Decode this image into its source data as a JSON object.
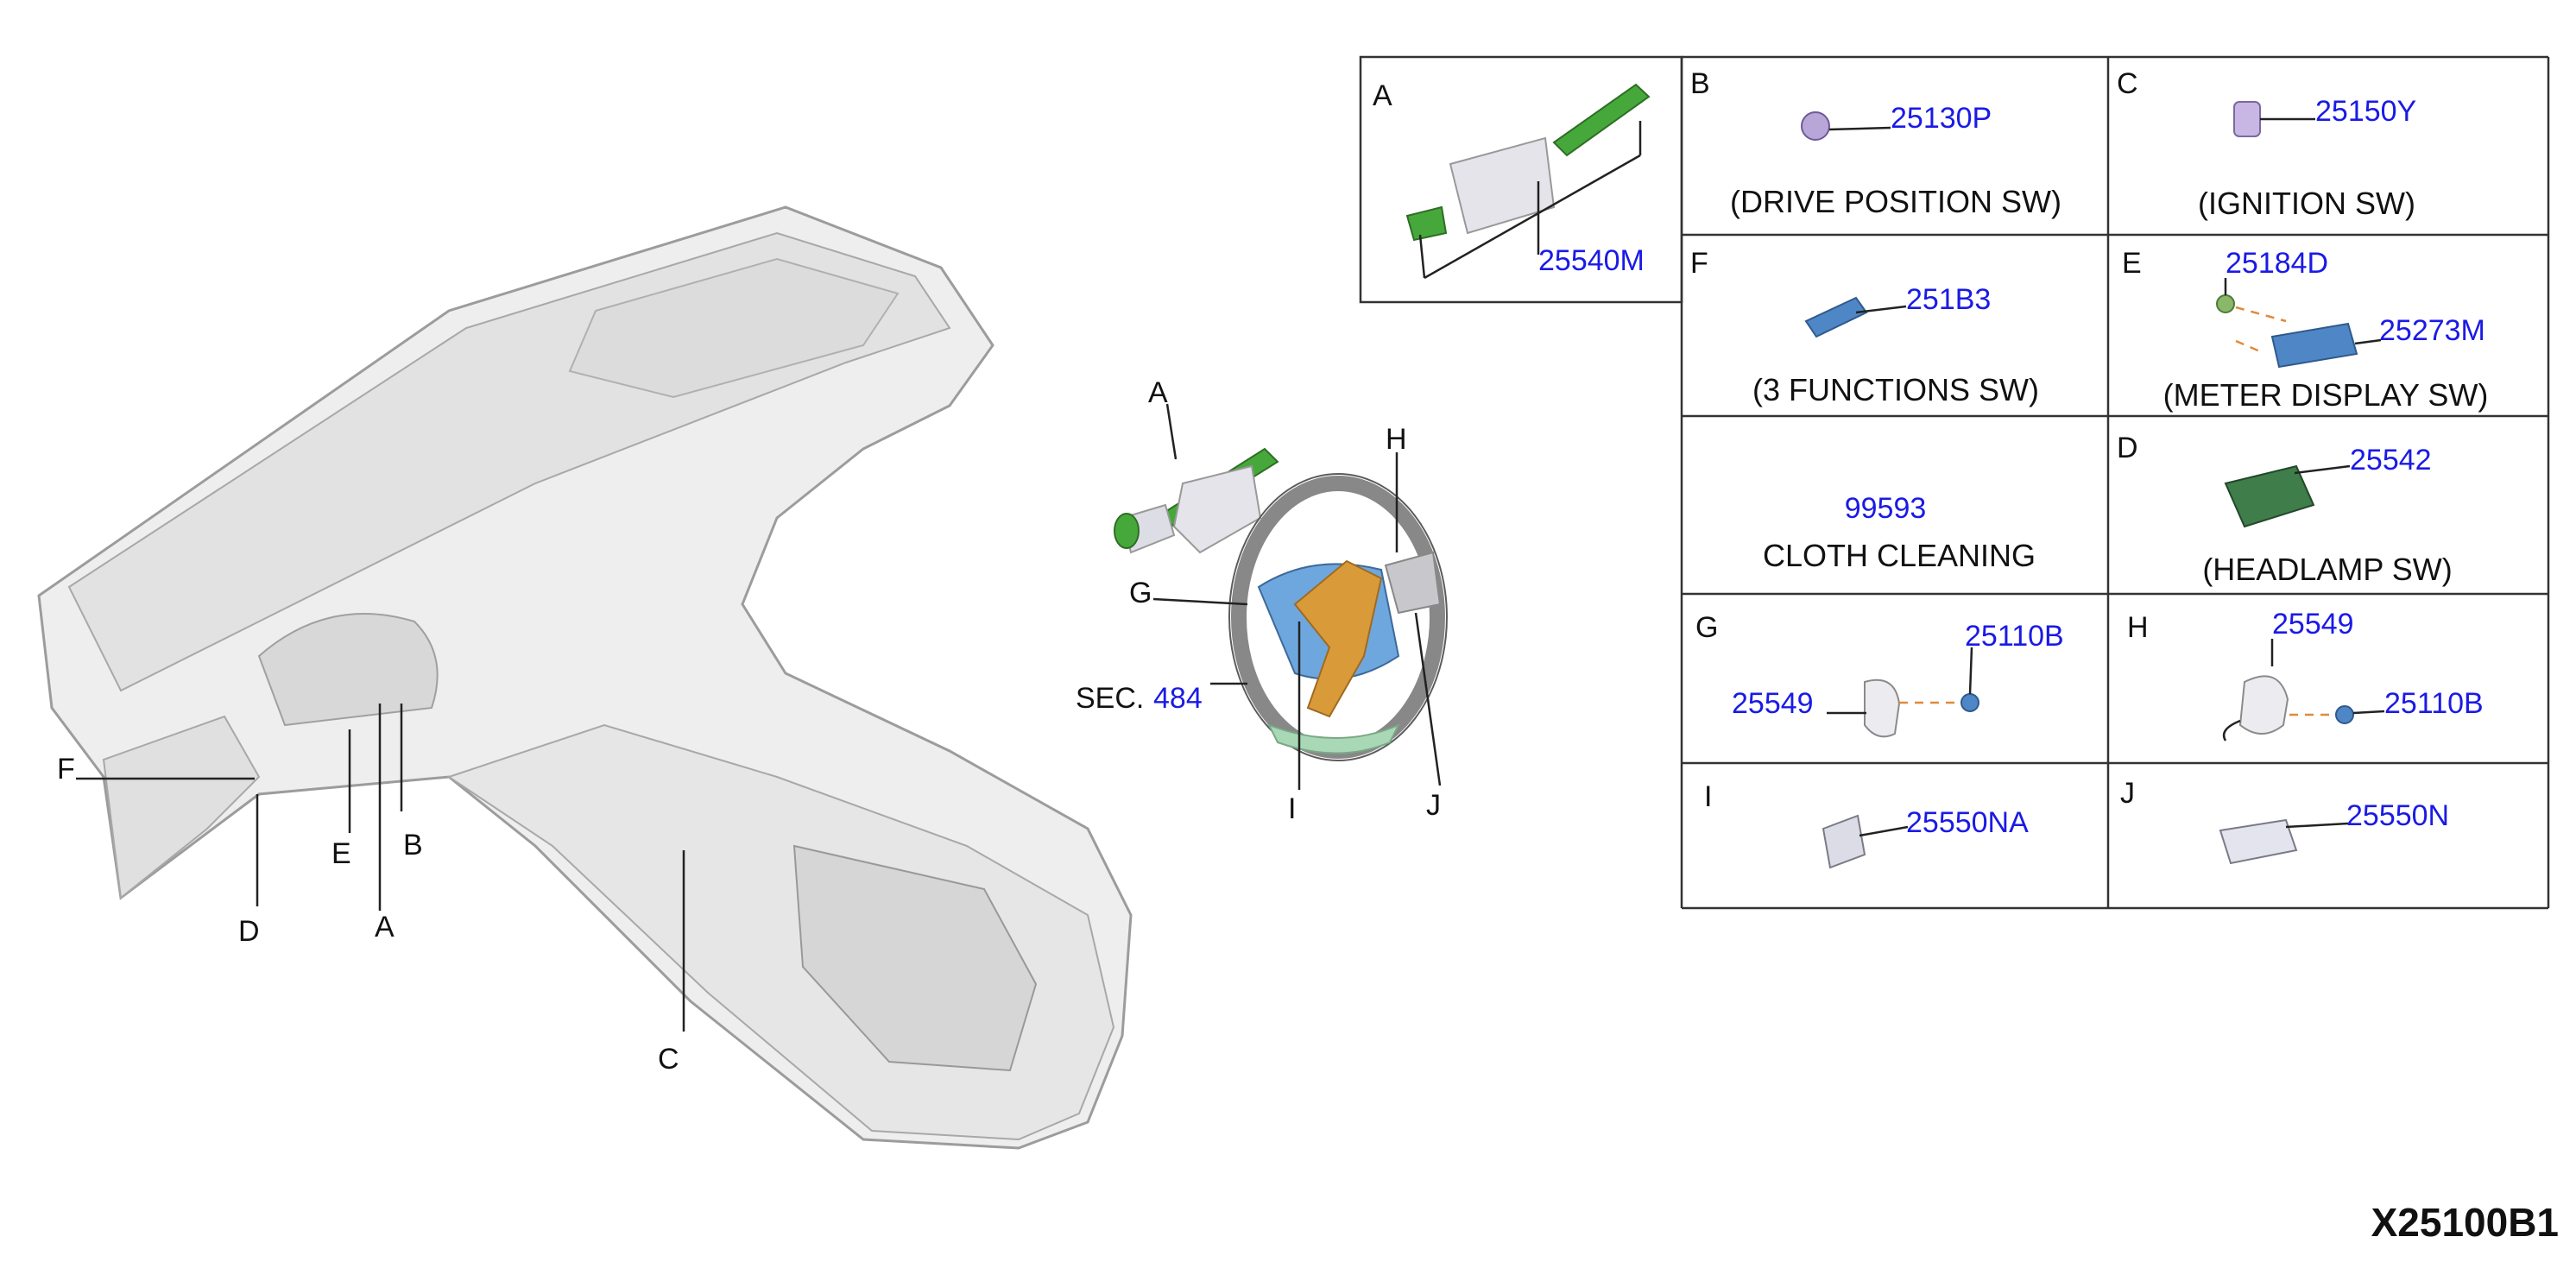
{
  "diagram_code": "X25100B1",
  "dash_callouts": {
    "F": "F",
    "E": "E",
    "A": "A",
    "B": "B",
    "D": "D",
    "C": "C"
  },
  "wheel": {
    "A": "A",
    "H": "H",
    "G": "G",
    "I": "I",
    "J": "J",
    "sec_label": "SEC.",
    "sec_number": "484"
  },
  "panels": {
    "A": {
      "letter": "A",
      "part": "25540M"
    },
    "B": {
      "letter": "B",
      "part": "25130P",
      "caption": "(DRIVE POSITION SW)"
    },
    "C": {
      "letter": "C",
      "part": "25150Y",
      "caption": "(IGNITION SW)"
    },
    "F": {
      "letter": "F",
      "part": "251B3",
      "caption": "(3 FUNCTIONS SW)"
    },
    "E": {
      "letter": "E",
      "part1": "25184D",
      "part2": "25273M",
      "caption": "(METER DISPLAY SW)"
    },
    "cloth": {
      "part": "99593",
      "caption": "CLOTH CLEANING"
    },
    "D": {
      "letter": "D",
      "part": "25542",
      "caption": "(HEADLAMP SW)"
    },
    "G": {
      "letter": "G",
      "part1": "25110B",
      "part2": "25549"
    },
    "H": {
      "letter": "H",
      "part1": "25549",
      "part2": "25110B"
    },
    "I": {
      "letter": "I",
      "part": "25550NA"
    },
    "J": {
      "letter": "J",
      "part": "25550N"
    }
  },
  "colors": {
    "part_number": "#1a1ae6",
    "switch_green": "#46a83a",
    "switch_blue": "#4f86c6",
    "wheel_orange": "#d99a3a",
    "outline": "#333333"
  }
}
